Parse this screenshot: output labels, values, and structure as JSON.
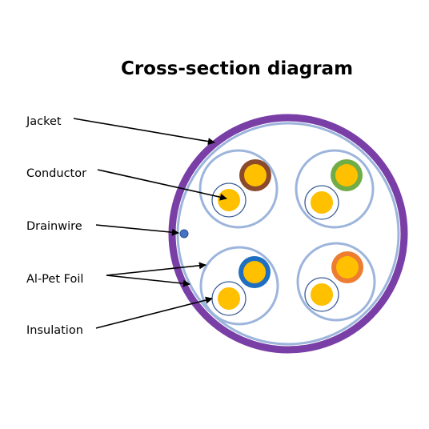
{
  "title": "Cross-section diagram",
  "labels": {
    "jacket": "Jacket",
    "conductor": "Conductor",
    "drainwire": "Drainwire",
    "foil": "Al-Pet Foil",
    "insulation": "Insulation"
  },
  "colors": {
    "jacket": "#7a3fa6",
    "foil": "#9db5dc",
    "conductor": "#ffc000",
    "drainwire": "#4472c4",
    "pair_1_colored": "#8b4a2b",
    "pair_1_white": "#ffffff",
    "pair_2_colored": "#70ad47",
    "pair_2_white": "#ffffff",
    "pair_3_colored": "#1f6fc0",
    "pair_3_white": "#ffffff",
    "pair_4_colored": "#ed7d31",
    "pair_4_white": "#ffffff"
  }
}
